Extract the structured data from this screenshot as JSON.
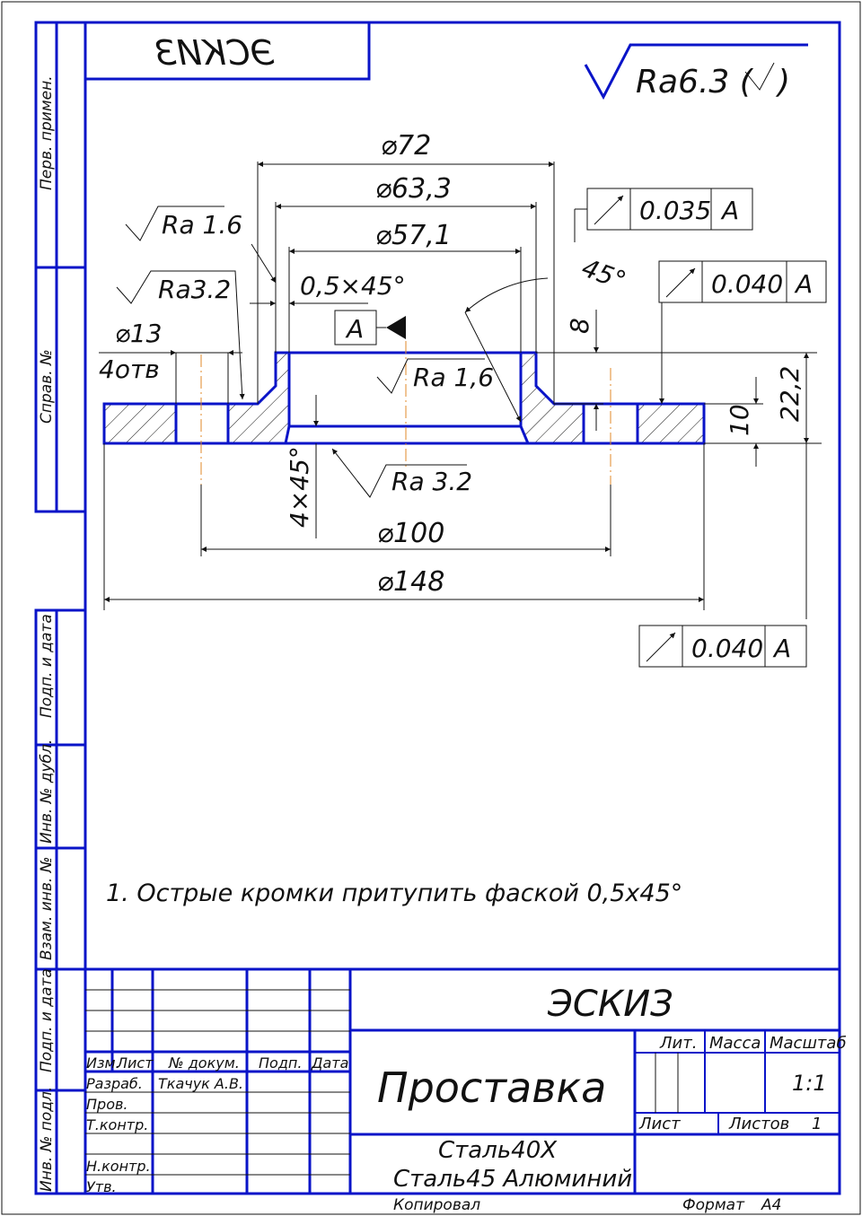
{
  "drawing": {
    "mirrored_stamp": "ЭСКИЗ",
    "roughness_general": "Ra6.3 (",
    "roughness_general_close": ")",
    "dims": {
      "d72": "⌀72",
      "d63": "⌀63,3",
      "d57": "⌀57,1",
      "chamfer_top": "0,5×45°",
      "d13": "⌀13",
      "holes": "4отв",
      "angle45": "45°",
      "h8": "8",
      "h10": "10",
      "h22": "22,2",
      "chamfer_side": "4×45°",
      "d100": "⌀100",
      "d148": "⌀148"
    },
    "roughness": {
      "ra16_left": "Ra 1.6",
      "ra32_left": "Ra3.2",
      "ra16_inner": "Ra 1,6",
      "ra32_bottom": "Ra 3.2"
    },
    "datum_label": "A",
    "runout": [
      {
        "value": "0.035",
        "datum": "A"
      },
      {
        "value": "0.040",
        "datum": "A"
      },
      {
        "value": "0.040",
        "datum": "A"
      }
    ],
    "note": "1. Острые кромки притупить фаской 0,5х45°"
  },
  "side_stamp": {
    "perv_primen": "Перв. примен.",
    "sprav_no": "Справ. №",
    "podp_data_1": "Подп. и дата",
    "inv_dubl": "Инв. № дубл.",
    "vzam_inv": "Взам. инв. №",
    "podp_data_2": "Подп. и дата",
    "inv_podl": "Инв. № подл."
  },
  "title_block": {
    "sketch": "ЭСКИЗ",
    "col_izm": "Изм.",
    "col_list": "Лист",
    "col_doc": "№ докум.",
    "col_podp": "Подп.",
    "col_data": "Дата",
    "razrab": "Разраб.",
    "razrab_name": "Ткачук А.В.",
    "prov": "Пров.",
    "tkontr": "Т.контр.",
    "nkontr": "Н.контр.",
    "utv": "Утв.",
    "part_name": "Проставка",
    "material_1": "Сталь40Х",
    "material_2": "Сталь45 Алюминий",
    "lit": "Лит.",
    "massa": "Масса",
    "masshtab": "Масштаб",
    "scale": "1:1",
    "list": "Лист",
    "listov": "Листов",
    "listov_val": "1",
    "kopiroval": "Копировал",
    "format": "Формат",
    "format_val": "А4"
  }
}
